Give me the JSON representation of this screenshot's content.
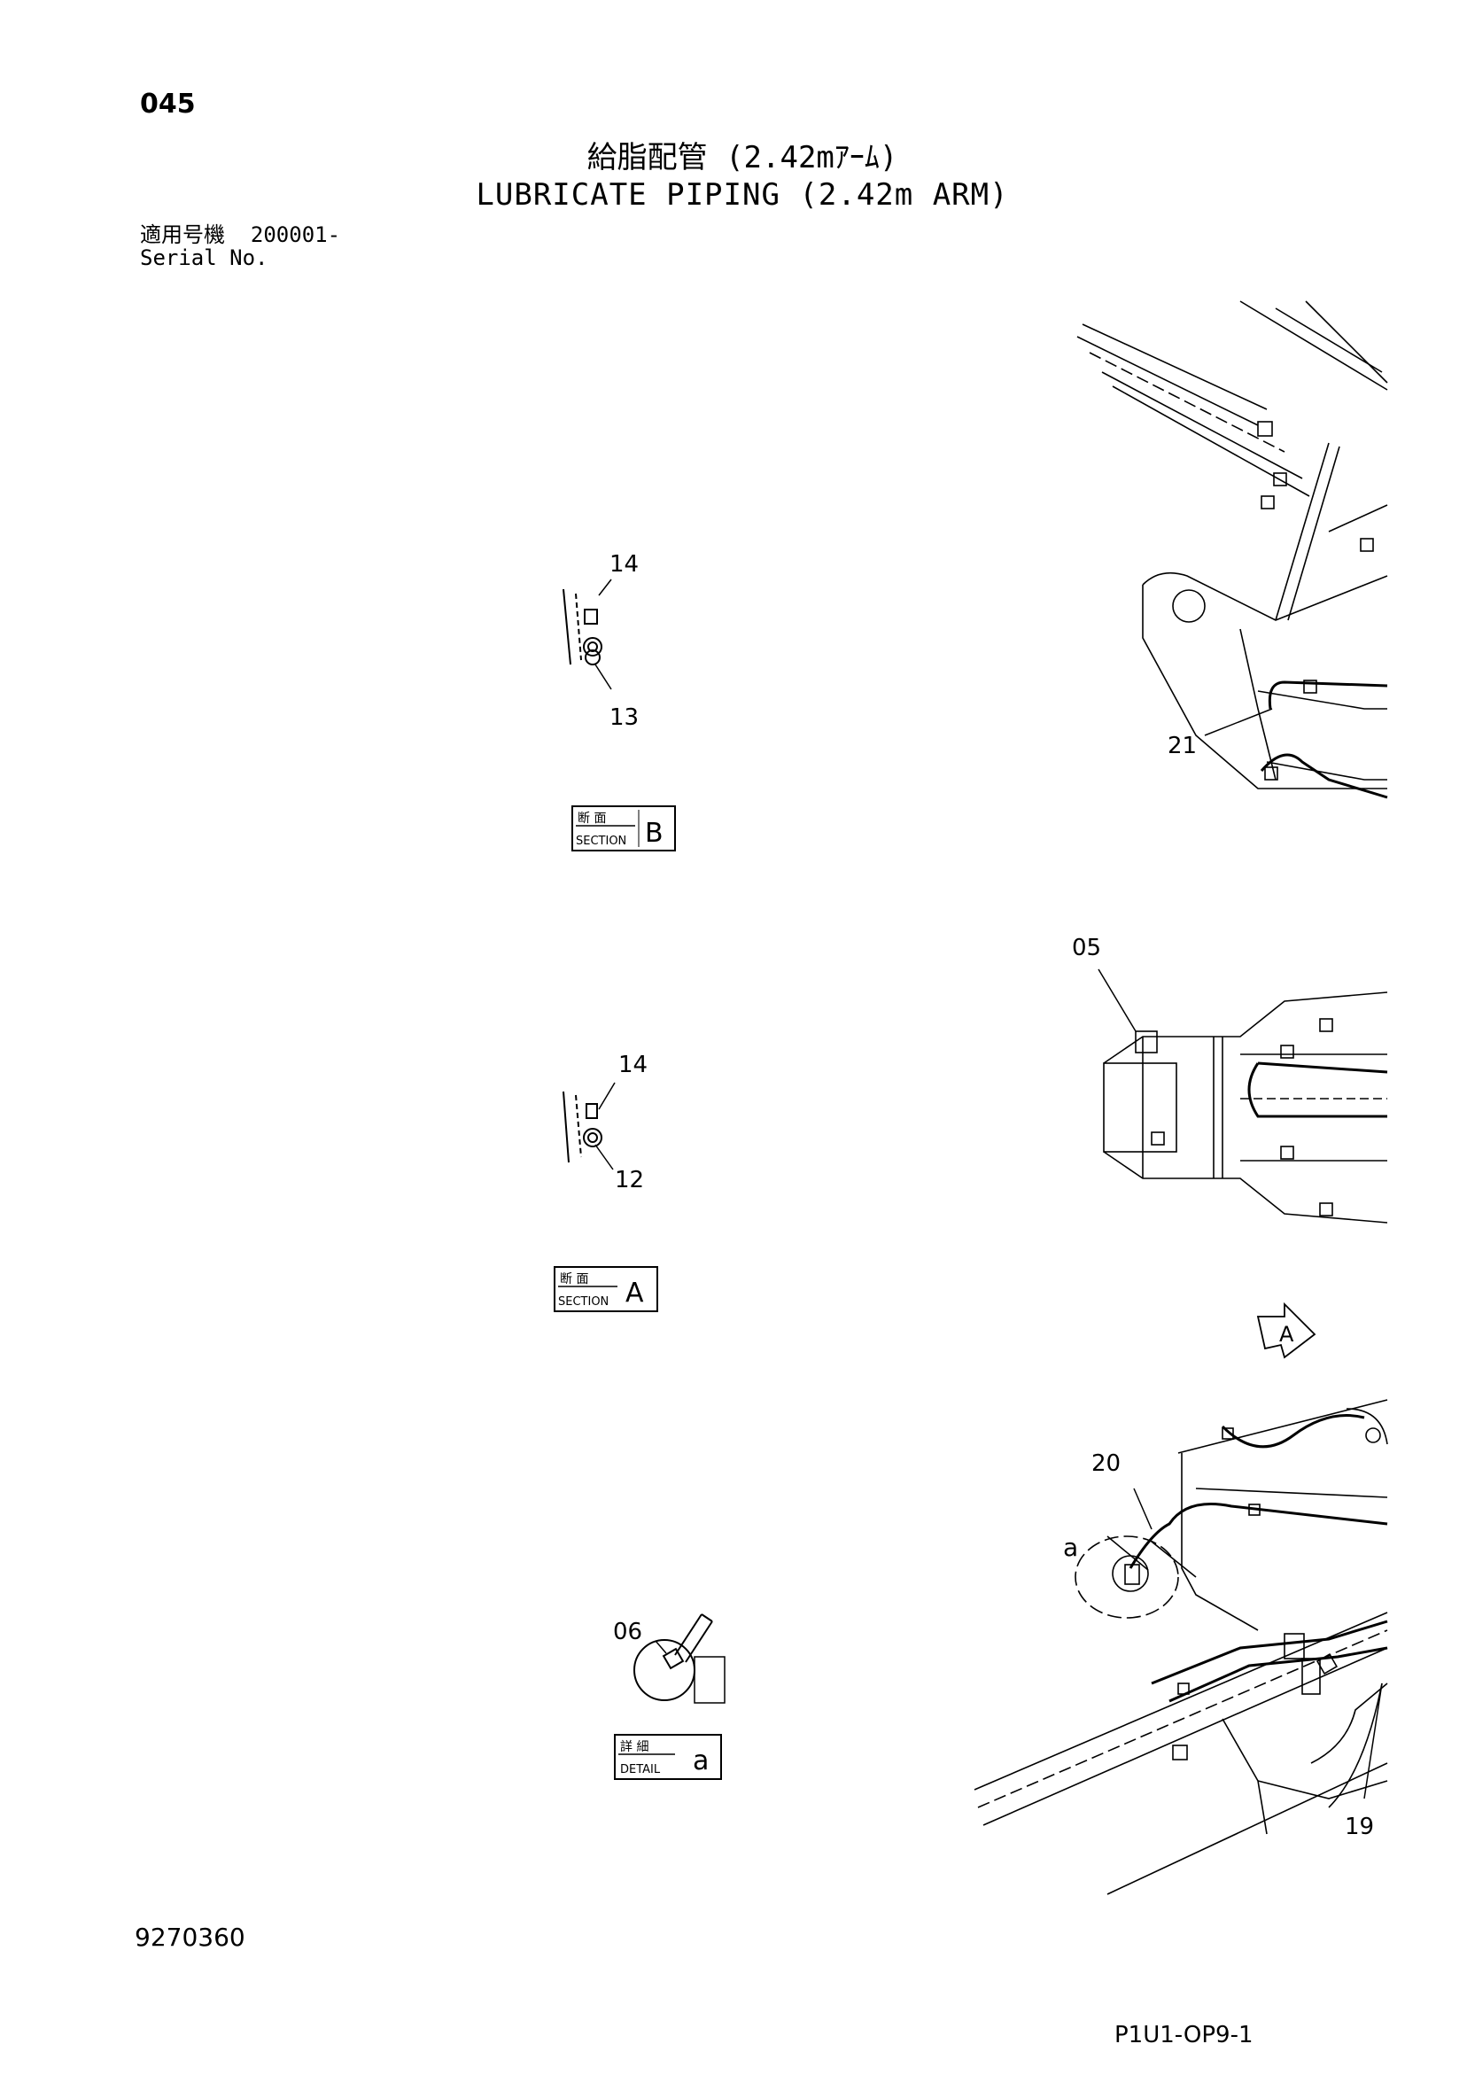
{
  "header": {
    "page_code": "045",
    "title_jp": "給脂配管 (2.42mｱｰﾑ)",
    "title_en": "LUBRICATE PIPING (2.42m ARM)",
    "serial_label_jp": "適用号機",
    "serial_value": "200001-",
    "serial_label_en": "Serial No."
  },
  "callouts": {
    "b14": "14",
    "b13": "13",
    "b21": "21",
    "a05": "05",
    "a14": "14",
    "a12": "12",
    "c20": "20",
    "ca": "a",
    "c06": "06",
    "c19": "19",
    "view_arrow": "A"
  },
  "labels": {
    "section_b": {
      "jp": "断 面",
      "en": "SECTION",
      "letter": "B"
    },
    "section_a": {
      "jp": "断 面",
      "en": "SECTION",
      "letter": "A"
    },
    "detail_a": {
      "jp": "詳 細",
      "en": "DETAIL",
      "letter": "a"
    }
  },
  "footer": {
    "doc_no": "9270360",
    "fig_code": "P1U1-OP9-1"
  }
}
